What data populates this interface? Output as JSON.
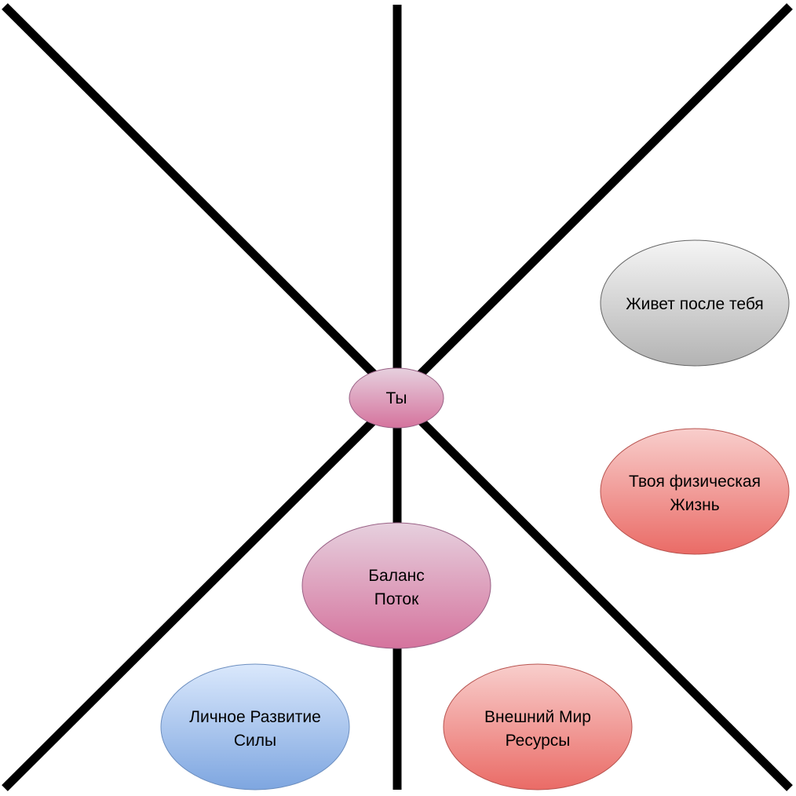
{
  "colors": {
    "line": "#000000",
    "ellipse_stroke_default": "#666666",
    "ellipse_stroke_pink": "#996185",
    "ellipse_stroke_red": "#b85450",
    "ellipse_stroke_blue": "#6c8ebf"
  },
  "nodes": {
    "you": {
      "line1": "Ты",
      "fill_top": "#e6d0de",
      "fill_bottom": "#d5739d"
    },
    "balance": {
      "line1": "Баланс",
      "line2": "Поток",
      "fill_top": "#e6d0de",
      "fill_bottom": "#d5739d"
    },
    "lives_after": {
      "line1": "Живет после тебя",
      "fill_top": "#f5f5f5",
      "fill_bottom": "#b3b3b3"
    },
    "physical_life": {
      "line1": "Твоя физическая",
      "line2": "Жизнь",
      "fill_top": "#f8cecc",
      "fill_bottom": "#ea6b66"
    },
    "personal_development": {
      "line1": "Личное Развитие",
      "line2": "Силы",
      "fill_top": "#dae8fc",
      "fill_bottom": "#7ea6e0"
    },
    "external_world": {
      "line1": "Внешний Мир",
      "line2": "Ресурсы",
      "fill_top": "#f8cecc",
      "fill_bottom": "#ea6b66"
    }
  }
}
